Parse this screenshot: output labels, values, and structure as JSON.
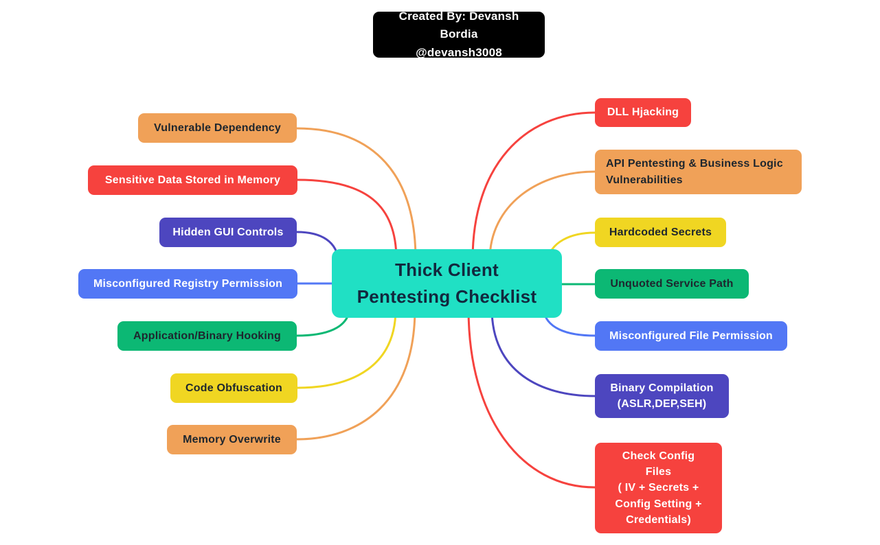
{
  "header": {
    "label": "Created By: Devansh Bordia\n@devansh3008",
    "color": "#000000",
    "text_color": "#FFFFFF"
  },
  "center": {
    "label": "Thick Client\nPentesting Checklist",
    "color": "#20E0C4",
    "text_color": "#12283E"
  },
  "palette": {
    "orange": "#F0A158",
    "red": "#F6423E",
    "indigo": "#4D46BF",
    "blue": "#5277F5",
    "green": "#0CB874",
    "yellow": "#F0D622",
    "teal": "#20E0C4",
    "dark_text": "#1E262E",
    "white_text": "#FFFFFF"
  },
  "nodes": {
    "left": [
      {
        "id": "vulnerable-dependency",
        "label": "Vulnerable Dependency",
        "color": "#F0A158",
        "text_color": "#1E262E"
      },
      {
        "id": "sensitive-data-stored-in-memory",
        "label": "Sensitive Data Stored in Memory",
        "color": "#F6423E",
        "text_color": "#FFFFFF"
      },
      {
        "id": "hidden-gui-controls",
        "label": "Hidden GUI Controls",
        "color": "#4D46BF",
        "text_color": "#FFFFFF"
      },
      {
        "id": "misconfigured-registry-permission",
        "label": "Misconfigured Registry Permission",
        "color": "#5277F5",
        "text_color": "#FFFFFF"
      },
      {
        "id": "application-binary-hooking",
        "label": "Application/Binary Hooking",
        "color": "#0CB874",
        "text_color": "#1E262E"
      },
      {
        "id": "code-obfuscation",
        "label": "Code Obfuscation",
        "color": "#F0D622",
        "text_color": "#1E262E"
      },
      {
        "id": "memory-overwrite",
        "label": "Memory Overwrite",
        "color": "#F0A158",
        "text_color": "#1E262E"
      }
    ],
    "right": [
      {
        "id": "dll-hjacking",
        "label": "DLL Hjacking",
        "color": "#F6423E",
        "text_color": "#FFFFFF"
      },
      {
        "id": "api-pentesting-business-logic",
        "label": "API Pentesting & Business Logic\nVulnerabilities",
        "color": "#F0A158",
        "text_color": "#1E262E"
      },
      {
        "id": "hardcoded-secrets",
        "label": "Hardcoded Secrets",
        "color": "#F0D622",
        "text_color": "#1E262E"
      },
      {
        "id": "unquoted-service-path",
        "label": "Unquoted Service Path",
        "color": "#0CB874",
        "text_color": "#1E262E"
      },
      {
        "id": "misconfigured-file-permission",
        "label": "Misconfigured File Permission",
        "color": "#5277F5",
        "text_color": "#FFFFFF"
      },
      {
        "id": "binary-compilation",
        "label": "Binary Compilation\n(ASLR,DEP,SEH)",
        "color": "#4D46BF",
        "text_color": "#FFFFFF"
      },
      {
        "id": "check-config-files",
        "label": "Check Config\nFiles\n( IV + Secrets +\nConfig Setting +\nCredentials)",
        "color": "#F6423E",
        "text_color": "#FFFFFF"
      }
    ]
  }
}
